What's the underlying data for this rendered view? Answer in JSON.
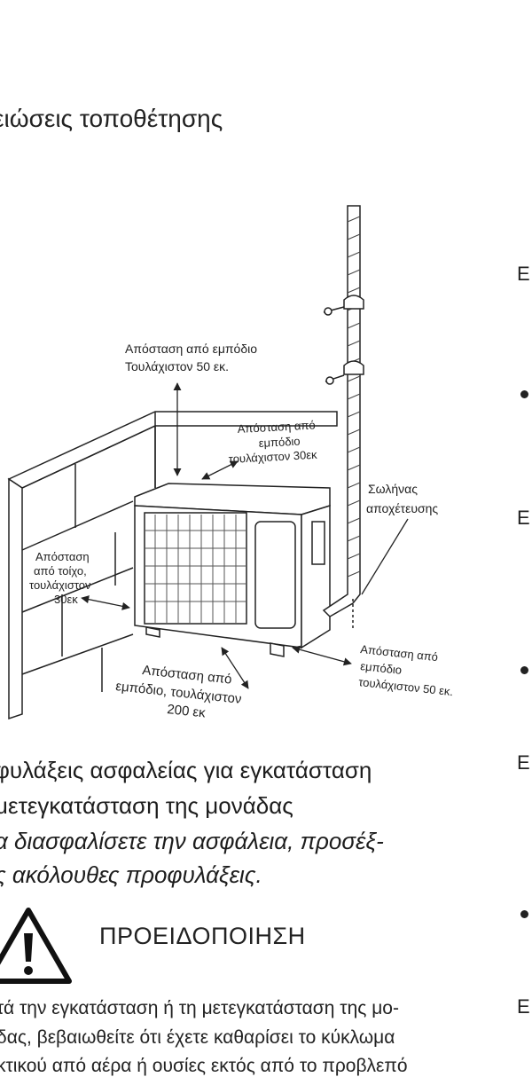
{
  "section_title": "ειώσεις τοποθέτησης",
  "diagram": {
    "label_top_line1": "Απόσταση  από εμπόδιο",
    "label_top_line2": "Τουλάχιστον 50 εκ.",
    "label_back_line1": "Απόσταση από",
    "label_back_line2": "εμπόδιο",
    "label_back_line3": "τουλάχιστον 30εκ",
    "label_wall_line1": "Απόσταση",
    "label_wall_line2": "από τοίχο,",
    "label_wall_line3": "τουλάχιστον",
    "label_wall_line4": "30εκ",
    "label_hose_line1": "Σωλήνας",
    "label_hose_line2": "αποχέτευσης",
    "label_right_line1": "Απόσταση από",
    "label_right_line2": "εμπόδιο",
    "label_right_line3": "τουλάχιστον 50 εκ.",
    "label_front_line1": "Απόσταση από",
    "label_front_line2": "εμπόδιο, τουλάχιστον",
    "label_front_line3": "200 εκ"
  },
  "safety": {
    "heading_line1": "φυλάξεις ασφαλείας για εγκατάσταση",
    "heading_line2": "μετεγκατάσταση της μονάδας",
    "intro_line1": "α διασφαλίσετε την ασφάλεια, προσέξ-",
    "intro_line2": "ς ακόλουθες προφυλάξεις."
  },
  "warning": {
    "icon": "warning-triangle-icon",
    "title": "ΠΡΟΕΙΔΟΠΟΙΗΣΗ",
    "text_line1": "τά την εγκατάσταση ή τη μετεγκατάσταση της μο-",
    "text_line2": "δας, βεβαιωθείτε ότι έχετε καθαρίσει το κύκλωμα",
    "text_line3": "κτικού από αέρα ή ουσίες εκτός από το προβλεπό"
  },
  "right_edge": {
    "letter": "Ε",
    "bullet_icon": "bullet-icon"
  }
}
